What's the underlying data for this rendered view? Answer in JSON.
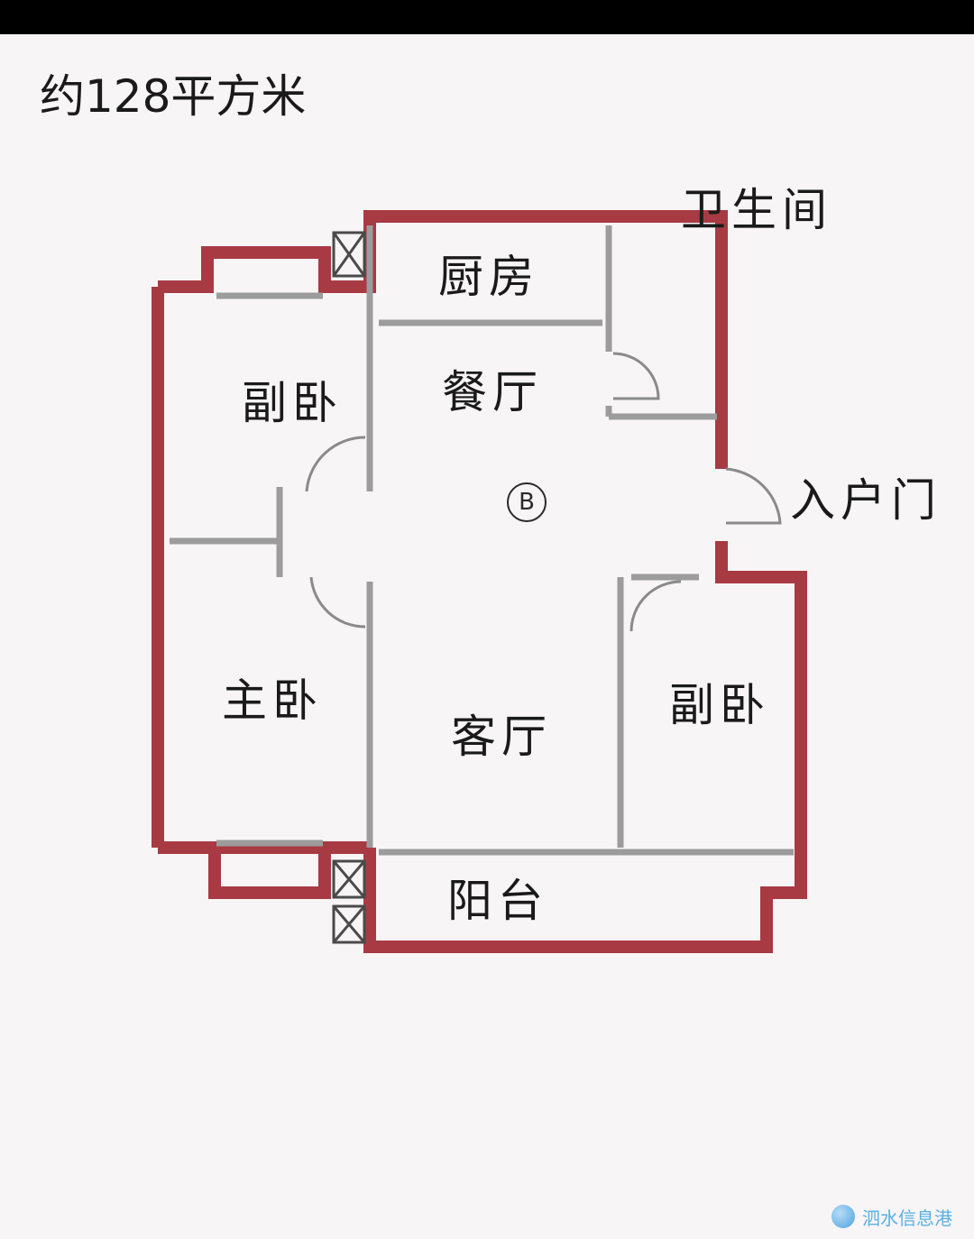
{
  "title": {
    "area": "约128平方米"
  },
  "unit_badge": "B",
  "rooms": {
    "kitchen": "厨房",
    "bathroom": "卫生间",
    "dining": "餐厅",
    "entrance": "入户门",
    "second_bedroom_left": "副卧",
    "master_bedroom": "主卧",
    "living": "客厅",
    "second_bedroom_right": "副卧",
    "balcony": "阳台"
  },
  "source": {
    "name": "泗水信息港"
  },
  "colors": {
    "exterior_wall": "#a83a43",
    "interior_wall": "#9c9c9c",
    "paper": "#f7f5f6",
    "text": "#1a1a1a",
    "source": "#5ab1e6"
  },
  "icons": [
    "shaft-cross-icon",
    "door-swing-icon",
    "unit-badge-icon",
    "source-logo-icon"
  ]
}
